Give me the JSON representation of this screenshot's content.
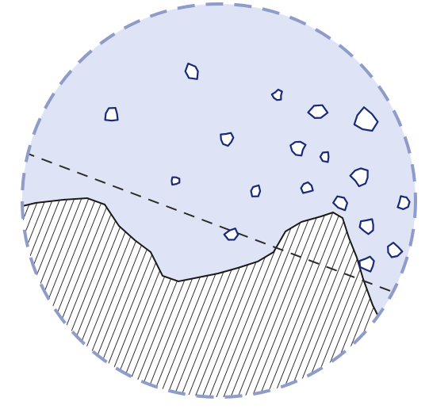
{
  "diagram": {
    "kind": "circular-inset-sketch",
    "colors": {
      "fluid_fill": "#dfe3f6",
      "boundary_dash": "#8f9cc9",
      "particle_outline": "#1a2a7a",
      "particle_fill": "#ffffff",
      "rock_outline": "#1a1a1a",
      "hatch": "#333333",
      "divider_line": "#2a2a2a",
      "background": "#ffffff"
    },
    "elements": {
      "fluid_region": "light-blue-fluid",
      "solid_region": "hatched-solid-surface",
      "divider": "dashed-boundary-line",
      "particles": "suspended-particles"
    },
    "particle_count": 18
  }
}
